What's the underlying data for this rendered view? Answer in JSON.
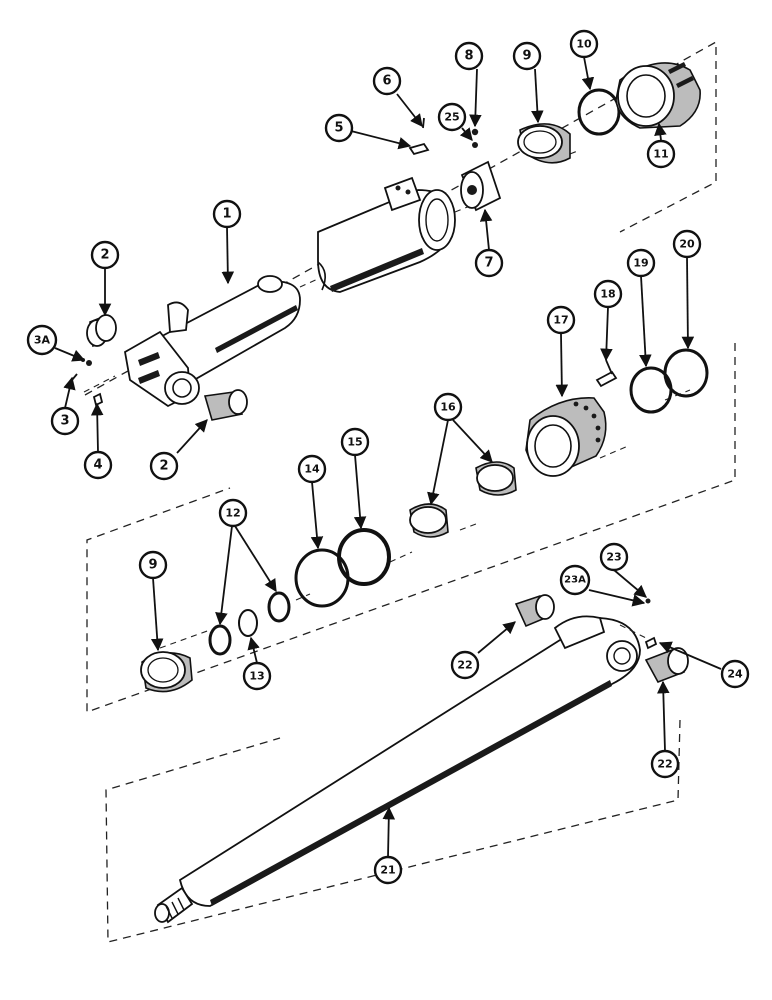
{
  "callouts": {
    "c1": "1",
    "c2a": "2",
    "c2b": "2",
    "c3": "3",
    "c3a": "3A",
    "c4": "4",
    "c5": "5",
    "c6": "6",
    "c7": "7",
    "c8": "8",
    "c9a": "9",
    "c9b": "9",
    "c10": "10",
    "c11": "11",
    "c12": "12",
    "c13": "13",
    "c14": "14",
    "c15": "15",
    "c16": "16",
    "c17": "17",
    "c18": "18",
    "c19": "19",
    "c20": "20",
    "c21": "21",
    "c22a": "22",
    "c22b": "22",
    "c23": "23",
    "c23a": "23A",
    "c24": "24",
    "c25": "25"
  }
}
